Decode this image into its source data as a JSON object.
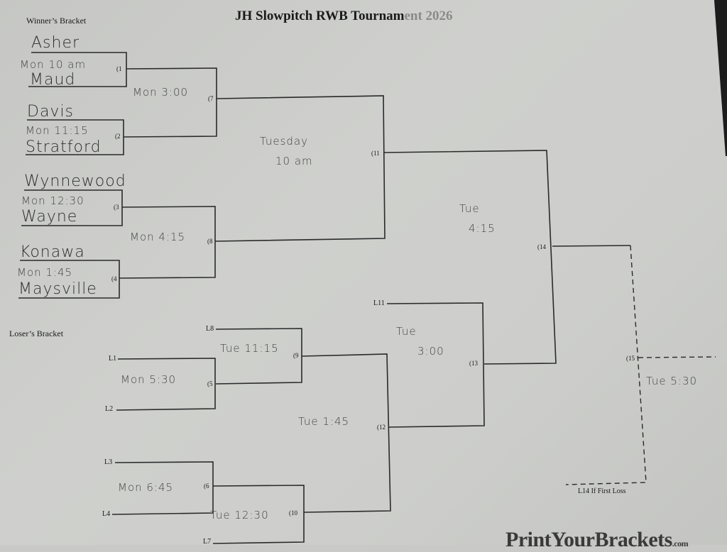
{
  "document": {
    "title_main": "JH Slowpitch RWB Tournam",
    "title_faded": "ent 2026",
    "winners_label": "Winner’s Bracket",
    "losers_label": "Loser’s Bracket",
    "footer_logo": "PrintYourBrackets",
    "footer_logo_suffix": ".com"
  },
  "winners_bracket": {
    "games": [
      {
        "num": "(1",
        "team_top": "Asher",
        "team_bottom": "Maud",
        "time": "Mon 10 am"
      },
      {
        "num": "(2",
        "team_top": "Davis",
        "team_bottom": "Stratford",
        "time": "Mon 11:15"
      },
      {
        "num": "(3",
        "team_top": "Wynnewood",
        "team_bottom": "Wayne",
        "time": "Mon 12:30"
      },
      {
        "num": "(4",
        "team_top": "Konawa",
        "team_bottom": "Maysville",
        "time": "Mon 1:45"
      },
      {
        "num": "(7",
        "time": "Mon 3:00"
      },
      {
        "num": "(8",
        "time": "Mon 4:15"
      },
      {
        "num": "(11",
        "time_line1": "Tuesday",
        "time_line2": "10 am"
      },
      {
        "num": "(14",
        "time_line1": "Tue",
        "time_line2": "4:15"
      },
      {
        "num": "(15",
        "time": "Tue 5:30",
        "note": "L14 If First Loss"
      }
    ]
  },
  "losers_bracket": {
    "games": [
      {
        "num": "(5",
        "seeds": [
          "L1",
          "L2"
        ],
        "time": "Mon 5:30"
      },
      {
        "num": "(6",
        "seeds": [
          "L3",
          "L4"
        ],
        "time": "Mon 6:45"
      },
      {
        "num": "(9",
        "seeds": [
          "L8"
        ],
        "time": "Tue 11:15"
      },
      {
        "num": "(10",
        "seeds": [
          "L7"
        ],
        "time": "Tue 12:30"
      },
      {
        "num": "(12",
        "time": "Tue 1:45"
      },
      {
        "num": "(13",
        "seeds": [
          "L11"
        ],
        "time_line1": "Tue",
        "time_line2": "3:00"
      }
    ]
  },
  "colors": {
    "paper": "#cdcecb",
    "ink": "#1a1a1a",
    "pencil": "#3a3a3a",
    "background_edge": "#1c1c1c"
  }
}
